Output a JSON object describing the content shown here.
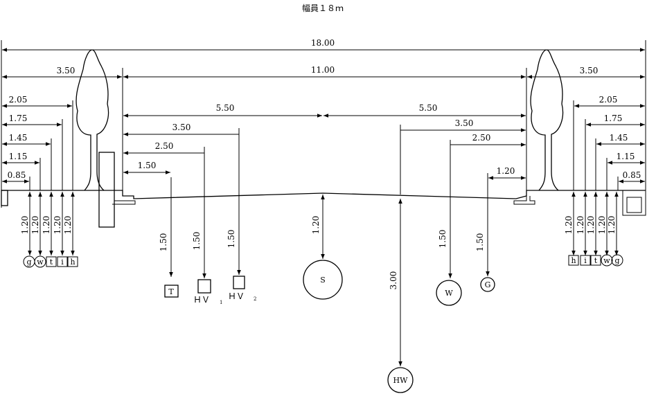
{
  "title": "幅員１８ｍ",
  "dims": {
    "total": "18.00",
    "carriageway": "11.00",
    "left_sidewalk": "3.50",
    "right_sidewalk": "3.50",
    "half_left": "5.50",
    "half_right": "5.50",
    "left_offsets": [
      "2.05",
      "1.75",
      "1.45",
      "1.15",
      "0.85"
    ],
    "right_offsets": [
      "2.05",
      "1.75",
      "1.45",
      "1.15",
      "0.85"
    ],
    "road_left": [
      "3.50",
      "2.50",
      "1.50"
    ],
    "road_right": [
      "3.50",
      "2.50",
      "1.20"
    ]
  },
  "depths": {
    "sidewalk_left": [
      "1.20",
      "1.20",
      "1.20",
      "1.20",
      "1.20"
    ],
    "sidewalk_right": [
      "1.20",
      "1.20",
      "1.20",
      "1.20",
      "1.20"
    ],
    "T": "1.50",
    "HV1": "1.50",
    "HV2": "1.50",
    "S": "1.20",
    "HW": "3.00",
    "W": "1.50",
    "G": "1.50"
  },
  "utilities": {
    "left": [
      "g",
      "w",
      "t",
      "i",
      "h"
    ],
    "right": [
      "h",
      "i",
      "t",
      "w",
      "g"
    ],
    "T": "T",
    "HV1": "ＨＶ",
    "HV1_sub": "1",
    "HV2": "ＨＶ",
    "HV2_sub": "2",
    "S": "S",
    "HW": "HW",
    "W": "W",
    "G": "G"
  }
}
